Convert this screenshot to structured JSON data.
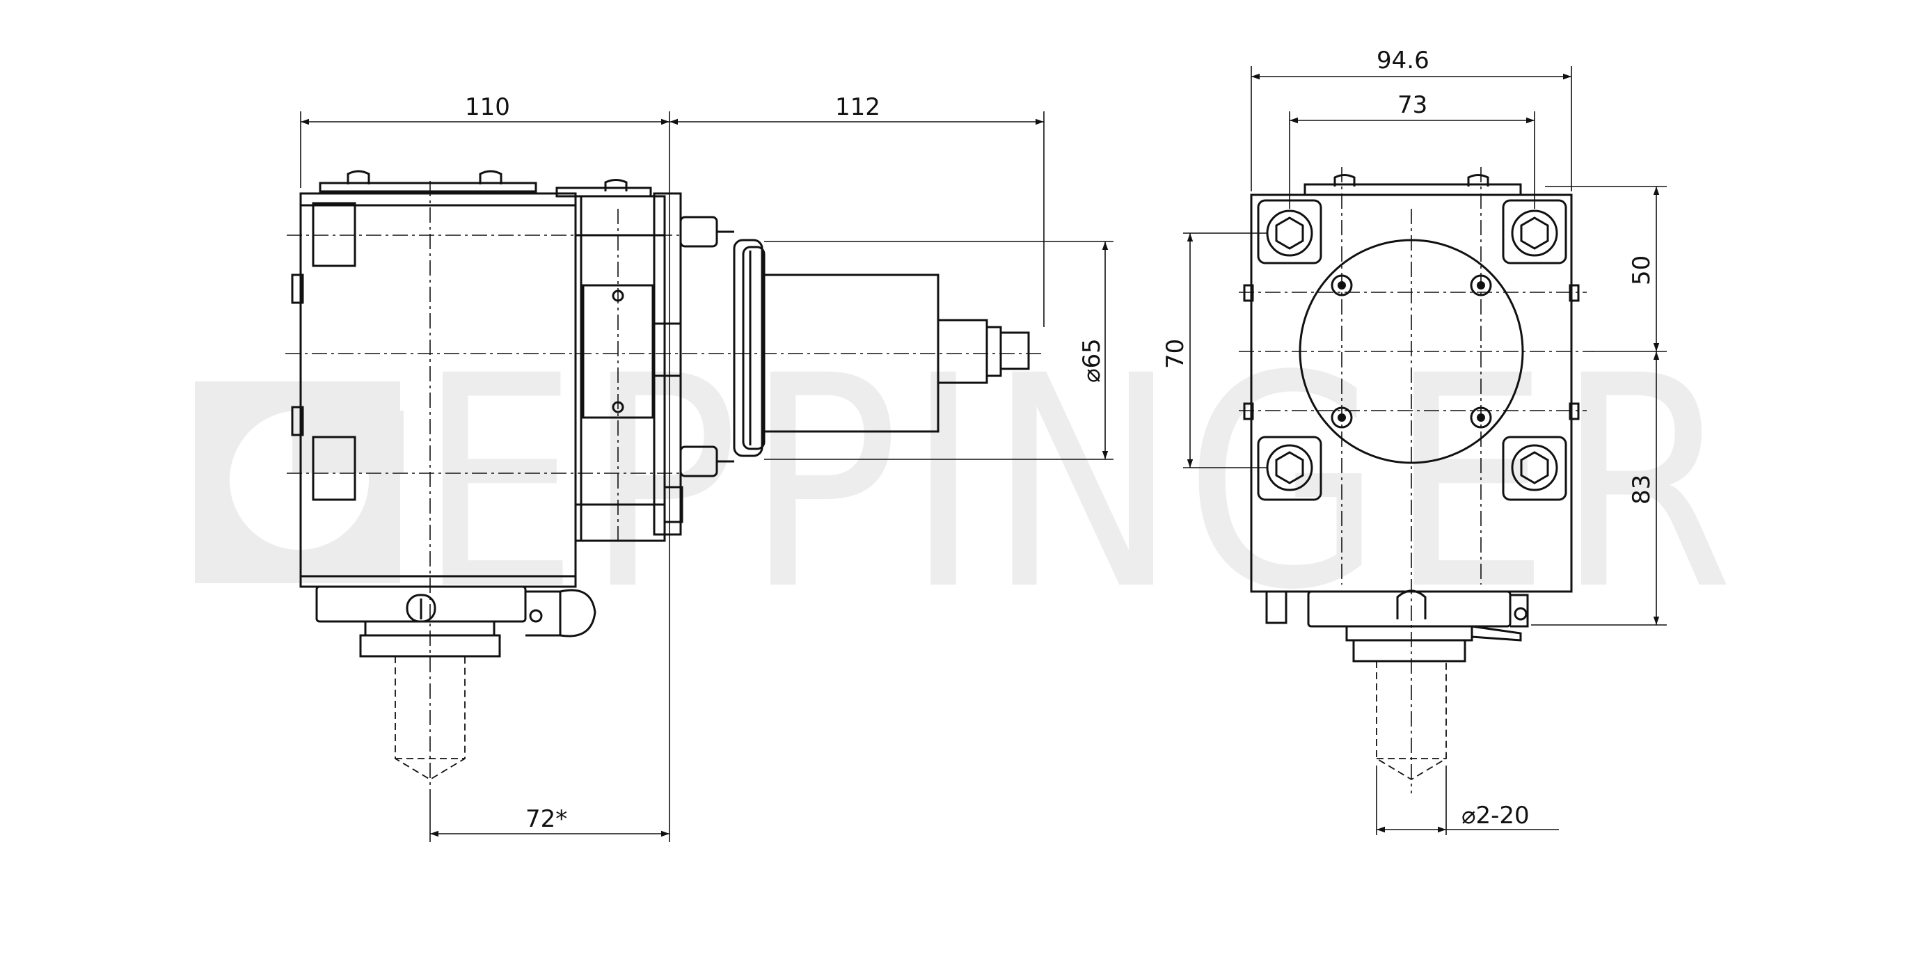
{
  "watermark": "EPPINGER",
  "side_view": {
    "dim_width": "110",
    "dim_length": "112",
    "dim_diameter": "⌀65",
    "dim_offset": "72*"
  },
  "front_view": {
    "dim_outer_width": "94.6",
    "dim_bolt_spacing": "73",
    "dim_height_upper": "50",
    "dim_bolt_vertical": "70",
    "dim_height_lower": "83",
    "dim_collet_range": "⌀2-20"
  }
}
